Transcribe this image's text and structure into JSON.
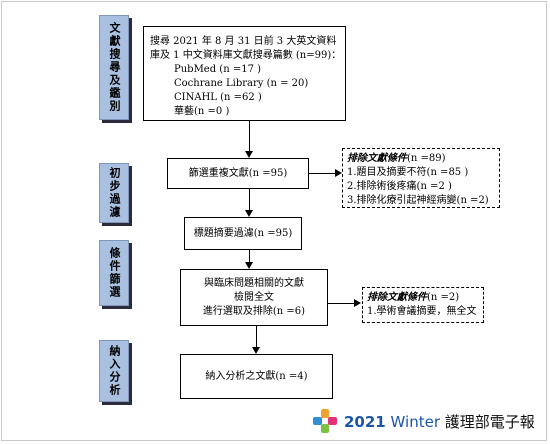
{
  "stages": {
    "search": "文獻搜尋及鑑別",
    "screening": "初步過濾",
    "eligibility": "條件篩選",
    "included": "納入分析"
  },
  "search_box": {
    "line1": "搜尋 2021 年 8 月 31 日前 3 大英文資料",
    "line2": "庫及 1 中文資料庫文獻搜尋篇數 (n=99)：",
    "db1": "PubMed (n =17 )",
    "db2": "Cochrane Library (n = 20)",
    "db3": "CINAHL (n =62 )",
    "db4": "華藝(n =0 )"
  },
  "dedup_box": {
    "text": "篩選重複文獻(n =95)"
  },
  "exclude1": {
    "title": "排除文獻條件",
    "count": "(n =89)",
    "reason1": "1.題目及摘要不符(n =85 )",
    "reason2": "2.排除術後疼痛(n =2 )",
    "reason3": "3.排除化療引起神經病變(n =2)"
  },
  "title_abstract_box": {
    "text": "標題摘要過濾(n =95)"
  },
  "fulltext_box": {
    "line1": "與臨床問題相關的文獻",
    "line2": "檢閱全文",
    "line3": "進行選取及排除(n =6)"
  },
  "exclude2": {
    "title": "排除文獻條件",
    "count": "(n =2)",
    "reason1": "1.學術會議摘要，無全文"
  },
  "included_box": {
    "text": "納入分析之文獻(n =4)"
  },
  "brand": {
    "year": "2021",
    "season": "Winter",
    "name": "護理部電子報",
    "colors": {
      "top": "#f0a22e",
      "left": "#2e8fd6",
      "right": "#e2337a",
      "bottom": "#7cc142"
    }
  }
}
